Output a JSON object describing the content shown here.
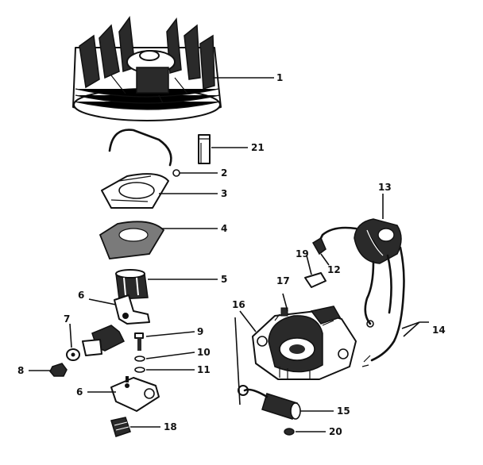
{
  "callouts": [
    {
      "label": "1",
      "target": "flywheel"
    },
    {
      "label": "2",
      "target": "spring-clip"
    },
    {
      "label": "3",
      "target": "breaker-cover"
    },
    {
      "label": "4",
      "target": "cover-gasket"
    },
    {
      "label": "5",
      "target": "cam-sleeve"
    },
    {
      "label": "6",
      "target": "breaker-arm"
    },
    {
      "label": "7",
      "target": "washer"
    },
    {
      "label": "8",
      "target": "nut"
    },
    {
      "label": "9",
      "target": "screw"
    },
    {
      "label": "10",
      "target": "small-washer"
    },
    {
      "label": "11",
      "target": "lock-washer"
    },
    {
      "label": "6",
      "target": "breaker-point-base"
    },
    {
      "label": "18",
      "target": "felt-wick"
    },
    {
      "label": "21",
      "target": "key"
    },
    {
      "label": "13",
      "target": "ignition-coil"
    },
    {
      "label": "12",
      "target": "coil-clip"
    },
    {
      "label": "19",
      "target": "insulator-plate"
    },
    {
      "label": "17",
      "target": "stator-laminations"
    },
    {
      "label": "16",
      "target": "stator-plate"
    },
    {
      "label": "14",
      "target": "ground-leads"
    },
    {
      "label": "15",
      "target": "condenser"
    },
    {
      "label": "20",
      "target": "condenser-nut"
    }
  ]
}
